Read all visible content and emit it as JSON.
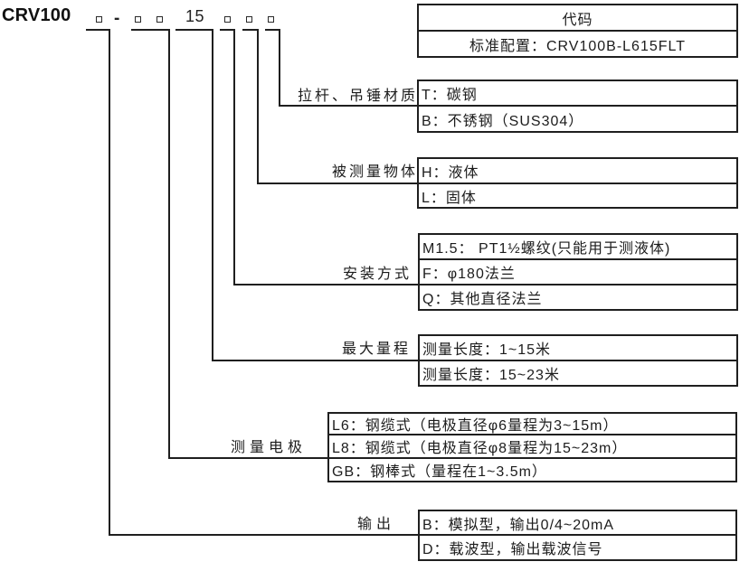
{
  "title": "CRV100",
  "code_pattern": {
    "dash": "-",
    "fixed_code": "15",
    "square_count": 6,
    "square_symbol": "placeholder-box"
  },
  "code_table": {
    "header": "代码",
    "standard_config": "标准配置：CRV100B-L615FLT"
  },
  "groups": [
    {
      "label": "拉杆、吊锤材质",
      "options": [
        "T：碳钢",
        "B：不锈钢（SUS304）"
      ]
    },
    {
      "label": "被测量物体",
      "options": [
        "H：液体",
        "L：固体"
      ]
    },
    {
      "label": "安装方式",
      "options": [
        "M1.5： PT1½螺纹(只能用于测液体)",
        "F：φ180法兰",
        "Q：其他直径法兰"
      ]
    },
    {
      "label": "最大量程",
      "options": [
        "测量长度：1~15米",
        "测量长度：15~23米"
      ]
    },
    {
      "label": "测量电极",
      "options": [
        "L6：钢缆式（电极直径φ6量程为3~15m）",
        "L8：钢缆式（电极直径φ8量程为15~23m）",
        "GB：钢棒式（量程在1~3.5m）"
      ]
    },
    {
      "label": "输出",
      "options": [
        "B：模拟型，输出0/4~20mA",
        "D：载波型，输出载波信号"
      ]
    }
  ],
  "colors": {
    "line": "#1f1f1f",
    "text": "#1c1c1c",
    "background": "#ffffff"
  }
}
